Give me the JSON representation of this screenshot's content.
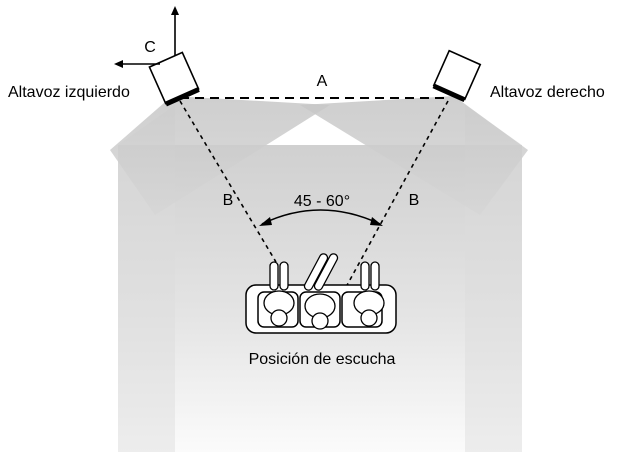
{
  "labels": {
    "left_speaker": "Altavoz izquierdo",
    "right_speaker": "Altavoz derecho",
    "distance_a": "A",
    "distance_b_left": "B",
    "distance_b_right": "B",
    "wall_offset_c": "C",
    "angle": "45 - 60°",
    "listening_position": "Posición de escucha"
  },
  "colors": {
    "floor_light": "#f4f4f4",
    "floor_dark": "#d2d2d2",
    "beam": "#c4c4c4",
    "line": "#000000",
    "fill": "#ffffff"
  }
}
